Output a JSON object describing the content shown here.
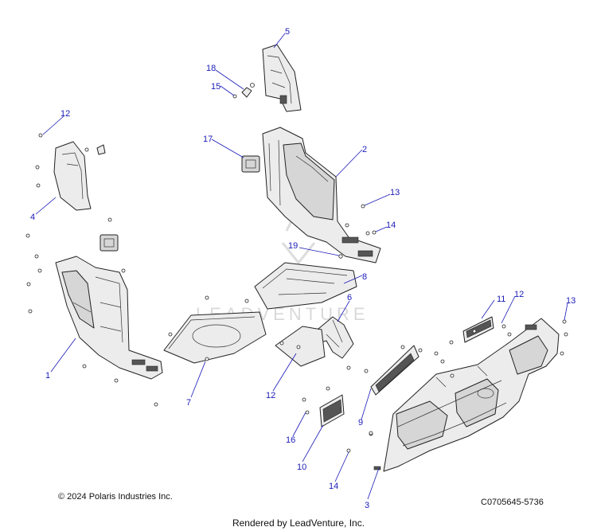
{
  "callouts": [
    {
      "id": "1",
      "label": "1"
    },
    {
      "id": "2",
      "label": "2"
    },
    {
      "id": "3",
      "label": "3"
    },
    {
      "id": "4",
      "label": "4"
    },
    {
      "id": "5",
      "label": "5"
    },
    {
      "id": "6",
      "label": "6"
    },
    {
      "id": "7",
      "label": "7"
    },
    {
      "id": "8",
      "label": "8"
    },
    {
      "id": "9",
      "label": "9"
    },
    {
      "id": "10",
      "label": "10"
    },
    {
      "id": "11",
      "label": "11"
    },
    {
      "id": "12a",
      "label": "12"
    },
    {
      "id": "12b",
      "label": "12"
    },
    {
      "id": "12c",
      "label": "12"
    },
    {
      "id": "13a",
      "label": "13"
    },
    {
      "id": "13b",
      "label": "13"
    },
    {
      "id": "14a",
      "label": "14"
    },
    {
      "id": "14b",
      "label": "14"
    },
    {
      "id": "15",
      "label": "15"
    },
    {
      "id": "16",
      "label": "16"
    },
    {
      "id": "17",
      "label": "17"
    },
    {
      "id": "18",
      "label": "18"
    },
    {
      "id": "19",
      "label": "19"
    }
  ],
  "watermark": "LEADVENTURE",
  "footer": {
    "copyright": "© 2024 Polaris Industries Inc.",
    "drawing_code": "C0705645-5736",
    "rendered_by": "Rendered by LeadVenture, Inc."
  },
  "colors": {
    "callout": "#1a1ab8",
    "watermark": "#d9d9d9",
    "line": "#222222"
  }
}
